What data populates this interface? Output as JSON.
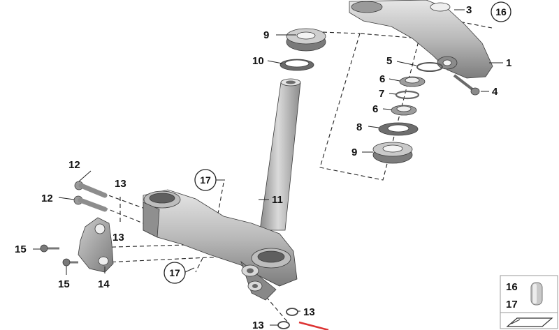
{
  "labels": {
    "p1": "1",
    "p3": "3",
    "p4": "4",
    "p5": "5",
    "p6a": "6",
    "p6b": "6",
    "p7": "7",
    "p8": "8",
    "p9a": "9",
    "p9b": "9",
    "p10": "10",
    "p11": "11",
    "p12a": "12",
    "p12b": "12",
    "p13a": "13",
    "p13b": "13",
    "p13c": "13",
    "p13d": "13",
    "p14": "14",
    "p15a": "15",
    "p15b": "15",
    "p16": "16",
    "p17a": "17",
    "p17b": "17"
  },
  "legend": {
    "item16": "16",
    "item17": "17"
  },
  "colors": {
    "part_light": "#d4d4d4",
    "part_mid": "#a9a9a9",
    "part_dark": "#6f6f6f",
    "line": "#222222"
  }
}
